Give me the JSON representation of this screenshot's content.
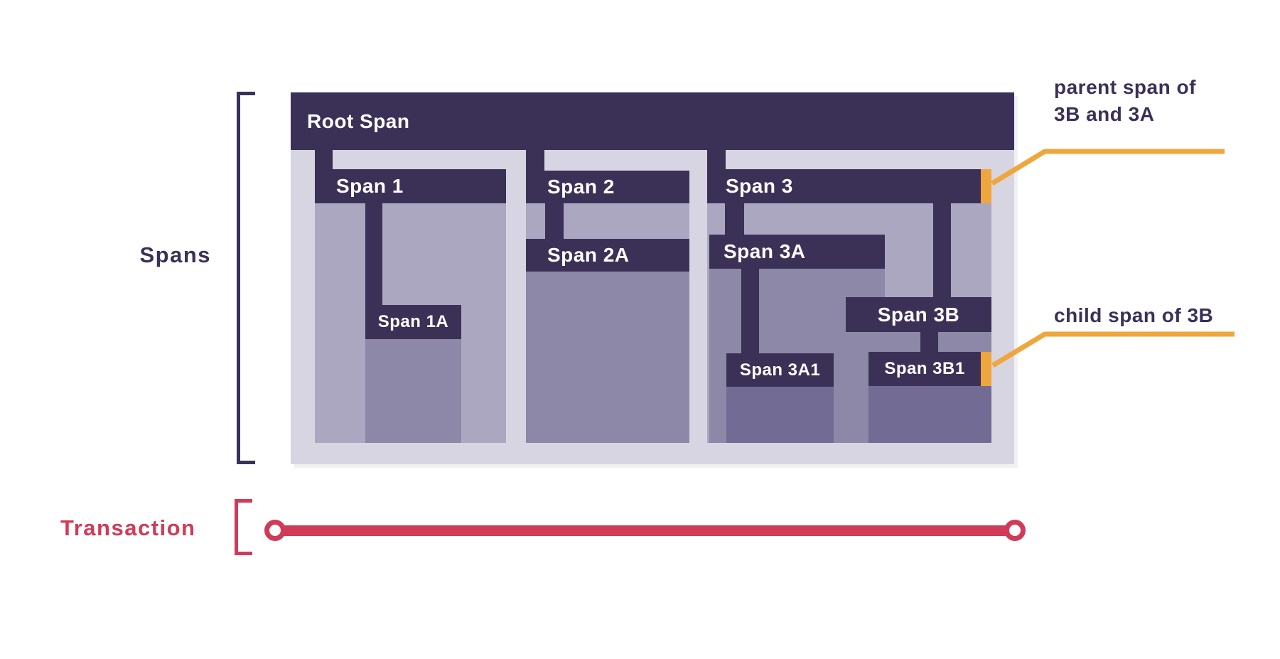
{
  "diagram": {
    "side_labels": {
      "spans": "Spans",
      "transaction": "Transaction"
    },
    "spans": {
      "root": {
        "label": "Root Span",
        "parent": null
      },
      "span1": {
        "label": "Span 1",
        "parent": "root"
      },
      "span1a": {
        "label": "Span 1A",
        "parent": "span1"
      },
      "span2": {
        "label": "Span 2",
        "parent": "root"
      },
      "span2a": {
        "label": "Span 2A",
        "parent": "span2"
      },
      "span3": {
        "label": "Span 3",
        "parent": "root"
      },
      "span3a": {
        "label": "Span 3A",
        "parent": "span3"
      },
      "span3b": {
        "label": "Span 3B",
        "parent": "span3"
      },
      "span3a1": {
        "label": "Span 3A1",
        "parent": "span3a"
      },
      "span3b1": {
        "label": "Span 3B1",
        "parent": "span3b"
      }
    },
    "annotations": {
      "parent_span": {
        "line1": "parent span of",
        "line2": "3B and 3A",
        "target": "span3"
      },
      "child_span": {
        "line1": "child span of 3B",
        "target": "span3b1"
      }
    },
    "colors": {
      "bar_dark_purple": "#3b3157",
      "container_lavender": "#d7d5e1",
      "body_level1": "#aba7c0",
      "body_level2": "#8d88a7",
      "body_level3": "#726c95",
      "highlight_orange": "#efa63c",
      "transaction_red": "#d13b58",
      "bar_text_white": "#ffffff",
      "background": "#ffffff"
    }
  }
}
